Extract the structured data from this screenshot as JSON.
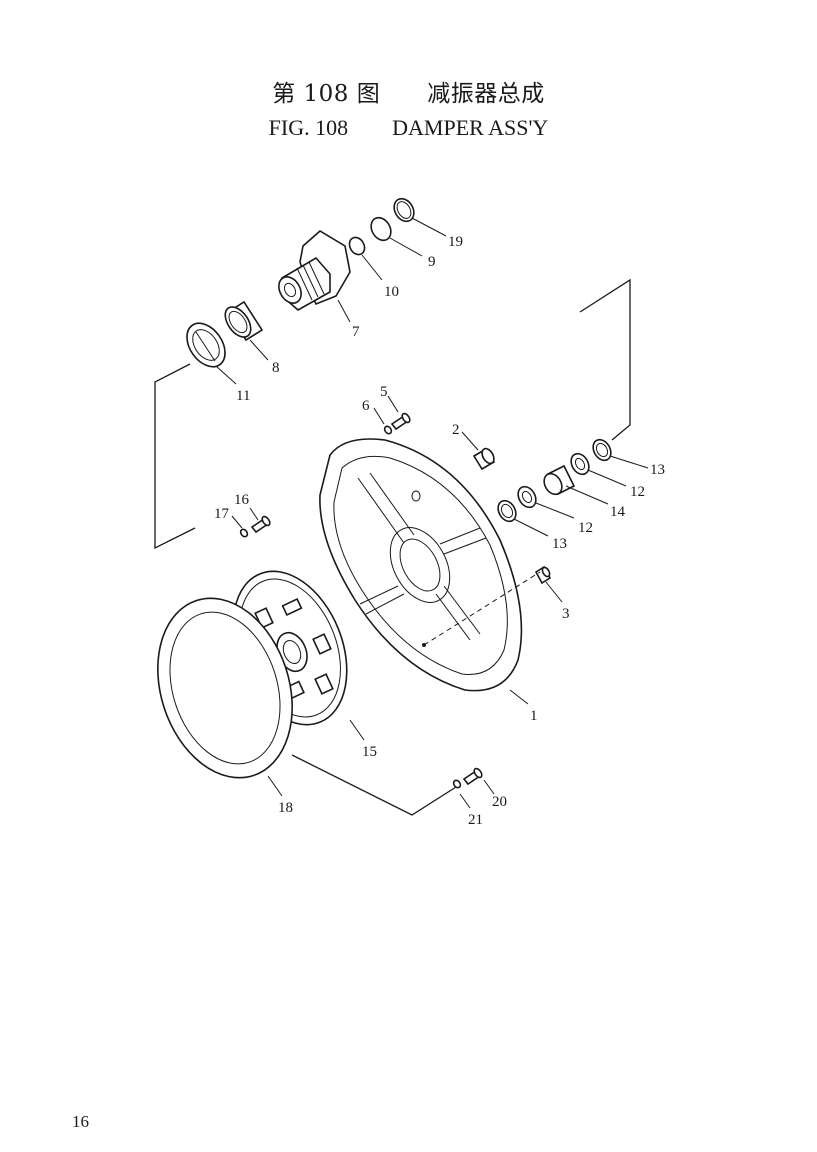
{
  "header": {
    "title_zh": "第 108 图　　减振器总成",
    "title_en": "FIG. 108　　DAMPER ASS'Y"
  },
  "callouts": [
    "1",
    "2",
    "3",
    "5",
    "6",
    "7",
    "8",
    "9",
    "10",
    "11",
    "12",
    "12",
    "13",
    "13",
    "14",
    "15",
    "16",
    "17",
    "18",
    "19",
    "20",
    "21"
  ],
  "footer": {
    "page_number": "16"
  }
}
